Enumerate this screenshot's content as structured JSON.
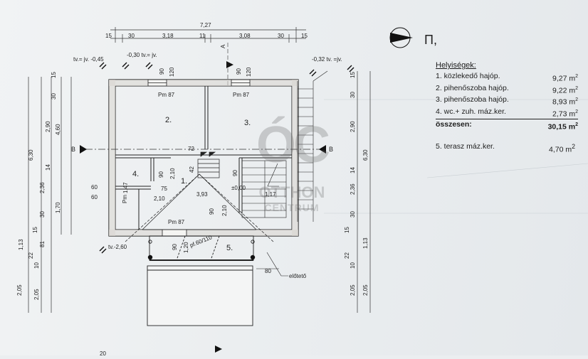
{
  "overall_dims": {
    "total_width": "7,27",
    "top_chain": [
      "15",
      "30",
      "3,18",
      "11",
      "3,08",
      "30",
      "15"
    ]
  },
  "level_notes": {
    "top_left": "tv.= jv. -0,45",
    "top_mid": "-0,30 tv.= jv.",
    "top_right": "-0,32 tv. =jv.",
    "bottom_left": "tv.-2,60"
  },
  "windows": [
    {
      "label_a": "90",
      "label_b": "120",
      "pm": "Pm 87"
    },
    {
      "label_a": "90",
      "label_b": "120",
      "pm": "Pm 87"
    },
    {
      "label_a": "90",
      "label_b": "120",
      "pm": "Pm 87"
    }
  ],
  "rooms": {
    "r1": "1.",
    "r2": "2.",
    "r3": "3.",
    "r4": "4.",
    "r5": "5."
  },
  "interior_dims": {
    "d72": "72",
    "d42": "42",
    "d90a": "90",
    "d210a": "2,10",
    "d75": "75",
    "d210b": "2,10",
    "d147": "1,47",
    "dpm": "Pm",
    "d393": "3,93",
    "d000": "±0,00",
    "d117": "1,17",
    "d90b": "90",
    "d90c": "90",
    "d210c": "2,10",
    "d60a": "60",
    "d60b": "60",
    "dpf": "pf.60/110",
    "d80": "80",
    "d90d": "90",
    "d120d": "1,20"
  },
  "side_dims_left": [
    "15",
    "30",
    "2,90",
    "4,60",
    "6,30",
    "14",
    "2,36",
    "1,70",
    "30",
    "15",
    "1,13",
    "81",
    "22",
    "10",
    "2,05",
    "2,05"
  ],
  "side_dims_right": [
    "15",
    "30",
    "2,90",
    "6,30",
    "14",
    "2,36",
    "30",
    "15",
    "1,13",
    "22",
    "10",
    "2,05",
    "2,05"
  ],
  "section_markers": {
    "b_left": "B",
    "b_right": "B",
    "a_top": "A"
  },
  "annotations": {
    "canopy": "előtető",
    "bottom_fragment": "20"
  },
  "legend": {
    "title": "Helyiségek:",
    "items": [
      {
        "name": "1. közlekedő hajóp.",
        "area": "9,27 m",
        "unit_sup": "2"
      },
      {
        "name": "2. pihenőszoba hajóp.",
        "area": "9,22 m",
        "unit_sup": "2"
      },
      {
        "name": "3. pihenőszoba hajóp.",
        "area": "8,93 m",
        "unit_sup": "2"
      },
      {
        "name": "4. wc.+ zuh. máz.ker.",
        "area": "2,73 m",
        "unit_sup": "2"
      }
    ],
    "total_label": "összesen:",
    "total_value": "30,15 m",
    "total_sup": "2",
    "terrace_name": "5. terasz máz.ker.",
    "terrace_area": "4,70 m",
    "terrace_sup": "2"
  },
  "watermark": {
    "logo": "ÓC",
    "line1": "OTTHON",
    "line2": "CENTRUM"
  },
  "north_symbol": "Π,"
}
